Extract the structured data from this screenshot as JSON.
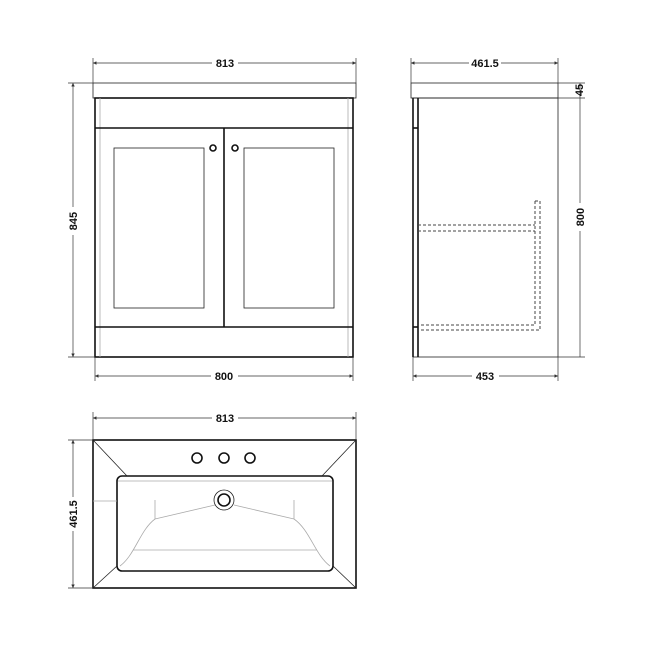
{
  "front_view": {
    "top_width": "813",
    "height": "845",
    "cabinet_width": "800"
  },
  "side_view": {
    "top_depth": "461.5",
    "top_thickness": "45",
    "cabinet_height": "800",
    "cabinet_depth": "453"
  },
  "basin_plan": {
    "width": "813",
    "depth": "461.5",
    "tap_holes": 3
  }
}
